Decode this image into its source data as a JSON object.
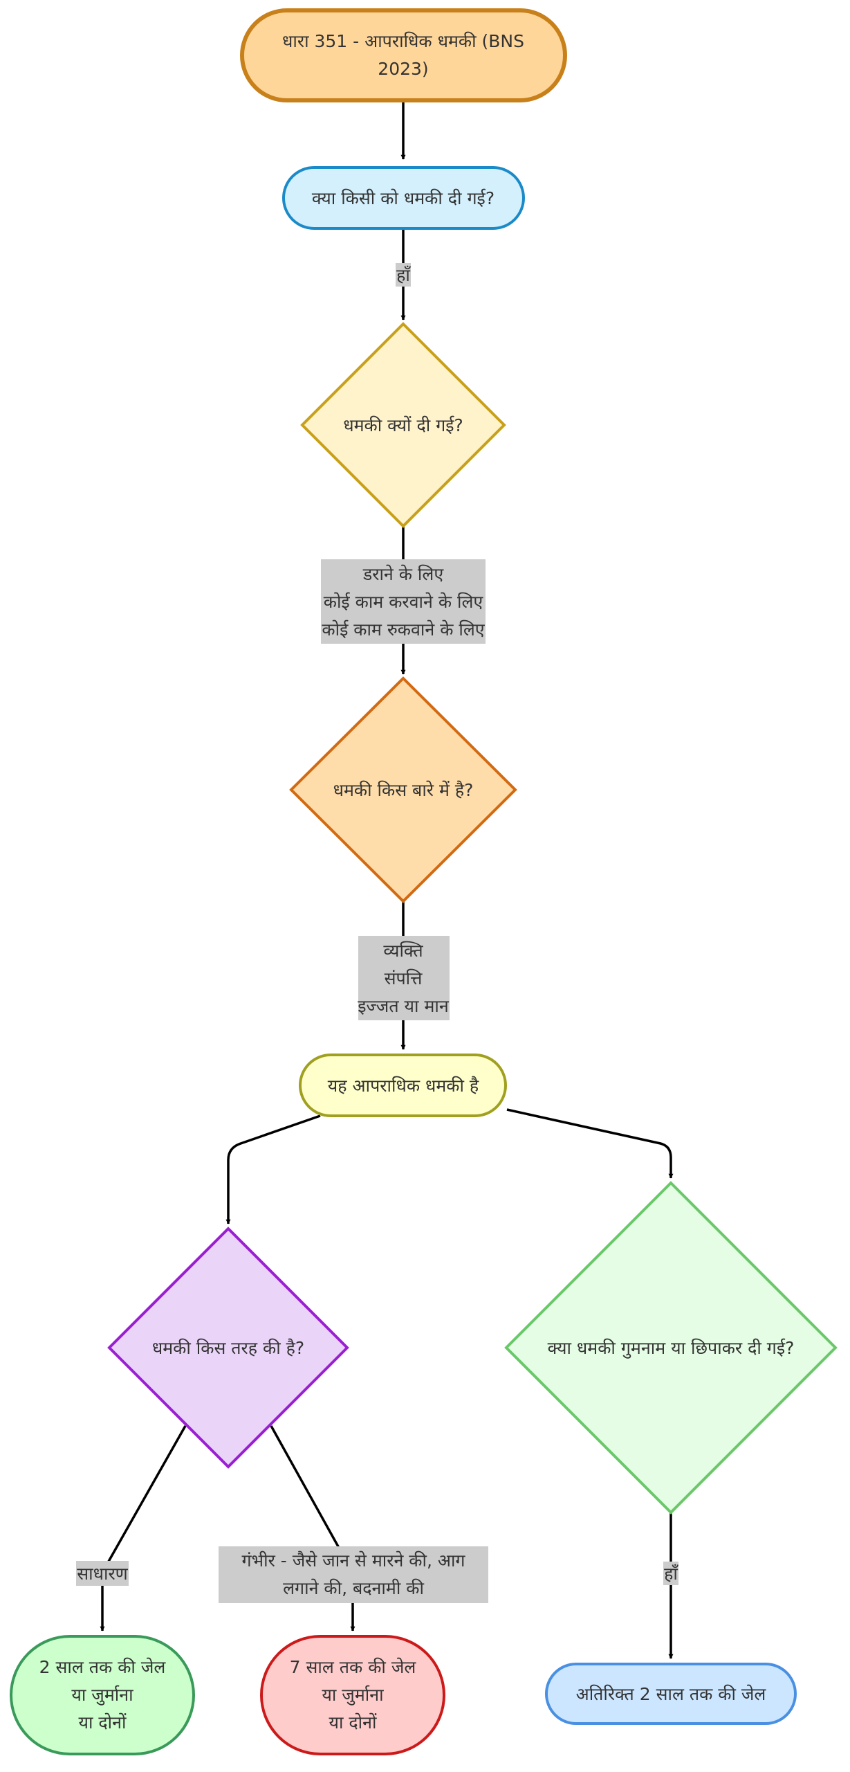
{
  "nodes": {
    "start": {
      "lines": [
        "धारा 351 - आपराधिक धमकी (BNS",
        "2023)"
      ],
      "fill": "#ffd699",
      "stroke": "#c8801a"
    },
    "q_threat": {
      "lines": [
        "क्या किसी को धमकी दी गई?"
      ],
      "fill": "#d4f0fc",
      "stroke": "#1a8ac8"
    },
    "why": {
      "lines": [
        "धमकी क्यों दी गई?"
      ],
      "fill": "#fff3cc",
      "stroke": "#c8a01a"
    },
    "about": {
      "lines": [
        "धमकी किस बारे में है?"
      ],
      "fill": "#ffddaa",
      "stroke": "#d26a12"
    },
    "crime": {
      "lines": [
        "यह आपराधिक धमकी है"
      ],
      "fill": "#ffffcc",
      "stroke": "#a0a020"
    },
    "kind": {
      "lines": [
        "धमकी किस तरह की है?"
      ],
      "fill": "#ead5f9",
      "stroke": "#9a1fd2"
    },
    "anon": {
      "lines": [
        "क्या धमकी गुमनाम या छिपाकर दी गई?"
      ],
      "fill": "#e4fde4",
      "stroke": "#6ac86a"
    },
    "simple_pen": {
      "lines": [
        "2 साल तक की जेल",
        "या जुर्माना",
        "या दोनों"
      ],
      "fill": "#ccffcc",
      "stroke": "#3a9a5a"
    },
    "serious_pen": {
      "lines": [
        "7 साल तक की जेल",
        "या जुर्माना",
        "या दोनों"
      ],
      "fill": "#ffcccc",
      "stroke": "#cc1a1a"
    },
    "extra_pen": {
      "lines": [
        "अतिरिक्त 2 साल तक की जेल"
      ],
      "fill": "#cce6ff",
      "stroke": "#4a90e2"
    }
  },
  "edge_labels": {
    "yes_1": {
      "lines": [
        "हाँ"
      ]
    },
    "why_out": {
      "lines": [
        "डराने के लिए",
        "कोई काम करवाने के लिए",
        "कोई काम रुकवाने के लिए"
      ]
    },
    "about_out": {
      "lines": [
        "व्यक्ति",
        "संपत्ति",
        "इज्जत या मान"
      ]
    },
    "simple": {
      "lines": [
        "साधारण"
      ]
    },
    "serious": {
      "lines": [
        "गंभीर - जैसे जान से मारने की, आग",
        "लगाने की, बदनामी की"
      ]
    },
    "yes_2": {
      "lines": [
        "हाँ"
      ]
    }
  },
  "colors": {
    "edge": "#000000",
    "label_bg": "#cccccc",
    "text": "#333333"
  }
}
